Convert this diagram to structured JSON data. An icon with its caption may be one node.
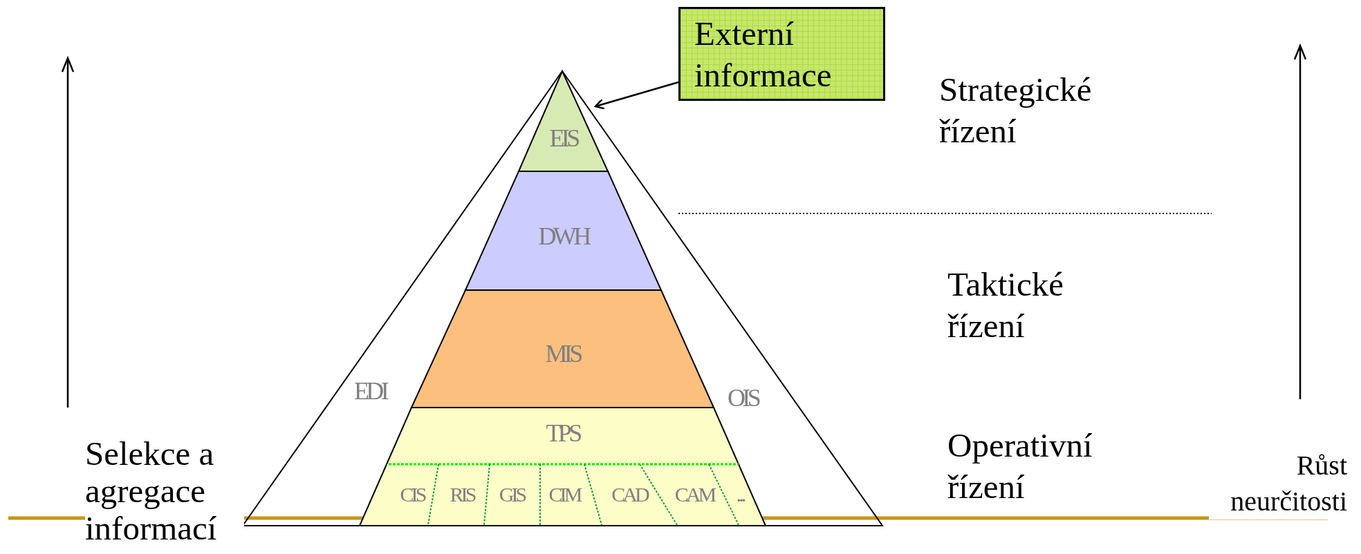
{
  "diagram": {
    "nodes": [
      {
        "text": [],
        "shape": "triangle"
      },
      {
        "text": [
          "EIS"
        ],
        "in": 0
      },
      {
        "text": [
          "DWH"
        ],
        "in": 0
      },
      {
        "text": [
          "MIS"
        ],
        "in": 0
      },
      {
        "text": [
          "TPS"
        ],
        "in": 0
      },
      {
        "text": [
          "CIS"
        ],
        "in": 4
      },
      {
        "text": [
          "RIS"
        ],
        "in": 4
      },
      {
        "text": [
          "GIS"
        ],
        "in": 4
      },
      {
        "text": [
          "CIM"
        ],
        "in": 4
      },
      {
        "text": [
          "CAD"
        ],
        "in": 4
      },
      {
        "text": [
          "CAM"
        ],
        "in": 4
      },
      {
        "text": [
          "..."
        ],
        "in": 4
      },
      {
        "text": [
          "Externí informace"
        ]
      }
    ],
    "edges": [
      {
        "from": 12,
        "to": 0,
        "arrow": "to"
      }
    ],
    "labels": [
      "Strategické řízení",
      "Taktické řízení",
      "EDI",
      "OIS",
      "Selekce a agregace informací",
      "Operativní řízení",
      "Růst neurčitosti"
    ]
  }
}
